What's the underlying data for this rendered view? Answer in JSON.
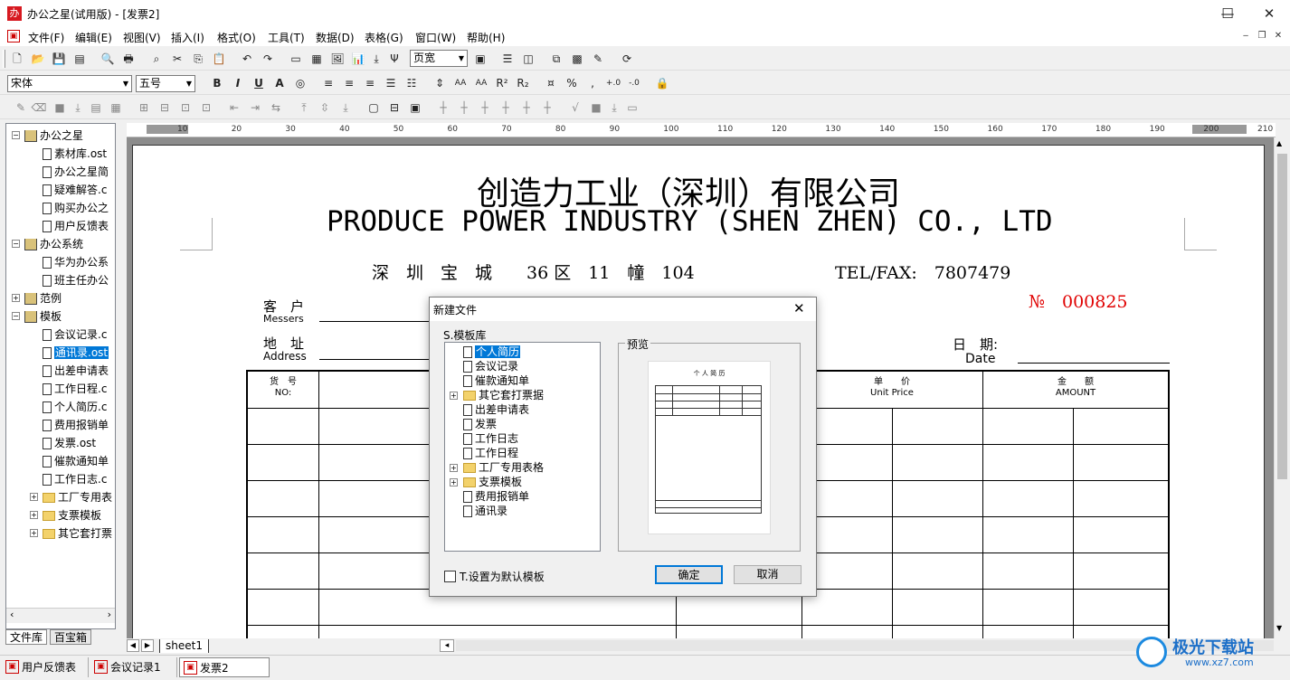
{
  "window": {
    "title": "办公之星(试用版) - [发票2]",
    "logo": "办",
    "minimize": "—",
    "maximize": "☐",
    "close": "✕"
  },
  "menubar": {
    "items": [
      "文件(F)",
      "编辑(E)",
      "视图(V)",
      "插入(I)",
      "格式(O)",
      "工具(T)",
      "数据(D)",
      "表格(G)",
      "窗口(W)",
      "帮助(H)"
    ],
    "mdi": [
      "‒",
      "❐",
      "✕"
    ]
  },
  "toolbar": {
    "view_combo": "页宽",
    "font_combo": "宋体",
    "size_combo": "五号"
  },
  "sidebar": {
    "nodes": [
      {
        "label": "办公之星",
        "type": "root",
        "level": 0,
        "exp": "⊟"
      },
      {
        "label": "素材库.ost",
        "type": "doc",
        "level": 1
      },
      {
        "label": "办公之星简",
        "type": "doc",
        "level": 1
      },
      {
        "label": "疑难解答.c",
        "type": "doc",
        "level": 1
      },
      {
        "label": "购买办公之",
        "type": "doc",
        "level": 1
      },
      {
        "label": "用户反馈表",
        "type": "doc",
        "level": 1
      },
      {
        "label": "办公系统",
        "type": "root",
        "level": 0,
        "exp": "⊟"
      },
      {
        "label": "华为办公系",
        "type": "doc",
        "level": 1
      },
      {
        "label": "班主任办公",
        "type": "doc",
        "level": 1
      },
      {
        "label": "范例",
        "type": "root",
        "level": 0,
        "exp": "⊞"
      },
      {
        "label": "模板",
        "type": "root",
        "level": 0,
        "exp": "⊟"
      },
      {
        "label": "会议记录.c",
        "type": "doc",
        "level": 1
      },
      {
        "label": "通讯录.ost",
        "type": "doc",
        "level": 1,
        "selected": true
      },
      {
        "label": "出差申请表",
        "type": "doc",
        "level": 1
      },
      {
        "label": "工作日程.c",
        "type": "doc",
        "level": 1
      },
      {
        "label": "个人简历.c",
        "type": "doc",
        "level": 1
      },
      {
        "label": "费用报销单",
        "type": "doc",
        "level": 1
      },
      {
        "label": "发票.ost",
        "type": "doc",
        "level": 1
      },
      {
        "label": "催款通知单",
        "type": "doc",
        "level": 1
      },
      {
        "label": "工作日志.c",
        "type": "doc",
        "level": 1
      },
      {
        "label": "工厂专用表",
        "type": "folder",
        "level": 1,
        "exp": "⊞"
      },
      {
        "label": "支票模板",
        "type": "folder",
        "level": 1,
        "exp": "⊞"
      },
      {
        "label": "其它套打票",
        "type": "folder",
        "level": 1,
        "exp": "⊞"
      }
    ],
    "tabs": [
      "文件库",
      "百宝箱"
    ]
  },
  "ruler": {
    "ticks": [
      "10",
      "20",
      "30",
      "40",
      "50",
      "60",
      "70",
      "80",
      "90",
      "100",
      "110",
      "120",
      "130",
      "140",
      "150",
      "160",
      "170",
      "180",
      "190",
      "200",
      "210"
    ]
  },
  "invoice": {
    "company_cn": "创造力工业（深圳）有限公司",
    "company_en": "PRODUCE POWER INDUSTRY (SHEN ZHEN) CO., LTD",
    "address_line": "深　圳　宝　城　　36 区　11　幢　104",
    "telfax": "TEL/FAX:　7807479",
    "number": "№　000825",
    "customer_cn": "客　户",
    "customer_en": "Messers",
    "address_cn": "地　址",
    "address_en": "Address",
    "date_cn": "日　期:",
    "date_en": "Date",
    "col_no_cn": "货　号",
    "col_no_en": "NO:",
    "col_price_cn": "单　　价",
    "col_price_en": "Unit Price",
    "col_amount_cn": "金　　额",
    "col_amount_en": "AMOUNT"
  },
  "sheet_tab": "sheet1",
  "taskbar": {
    "items": [
      "用户反馈表",
      "会议记录1",
      "发票2"
    ]
  },
  "dialog": {
    "title": "新建文件",
    "close": "✕",
    "library_label": "S.模板库",
    "preview_label": "预览",
    "templates": [
      {
        "label": "个人简历",
        "type": "doc",
        "selected": true
      },
      {
        "label": "会议记录",
        "type": "doc"
      },
      {
        "label": "催款通知单",
        "type": "doc"
      },
      {
        "label": "其它套打票据",
        "type": "folder",
        "exp": "⊞"
      },
      {
        "label": "出差申请表",
        "type": "doc"
      },
      {
        "label": "发票",
        "type": "doc"
      },
      {
        "label": "工作日志",
        "type": "doc"
      },
      {
        "label": "工作日程",
        "type": "doc"
      },
      {
        "label": "工厂专用表格",
        "type": "folder",
        "exp": "⊞"
      },
      {
        "label": "支票模板",
        "type": "folder",
        "exp": "⊞"
      },
      {
        "label": "费用报销单",
        "type": "doc"
      },
      {
        "label": "通讯录",
        "type": "doc"
      }
    ],
    "preview_title": "个 人 简 历",
    "default_checkbox": "T.设置为默认模板",
    "ok": "确定",
    "cancel": "取消"
  },
  "watermark": {
    "text": "极光下载站",
    "url": "www.xz7.com"
  }
}
